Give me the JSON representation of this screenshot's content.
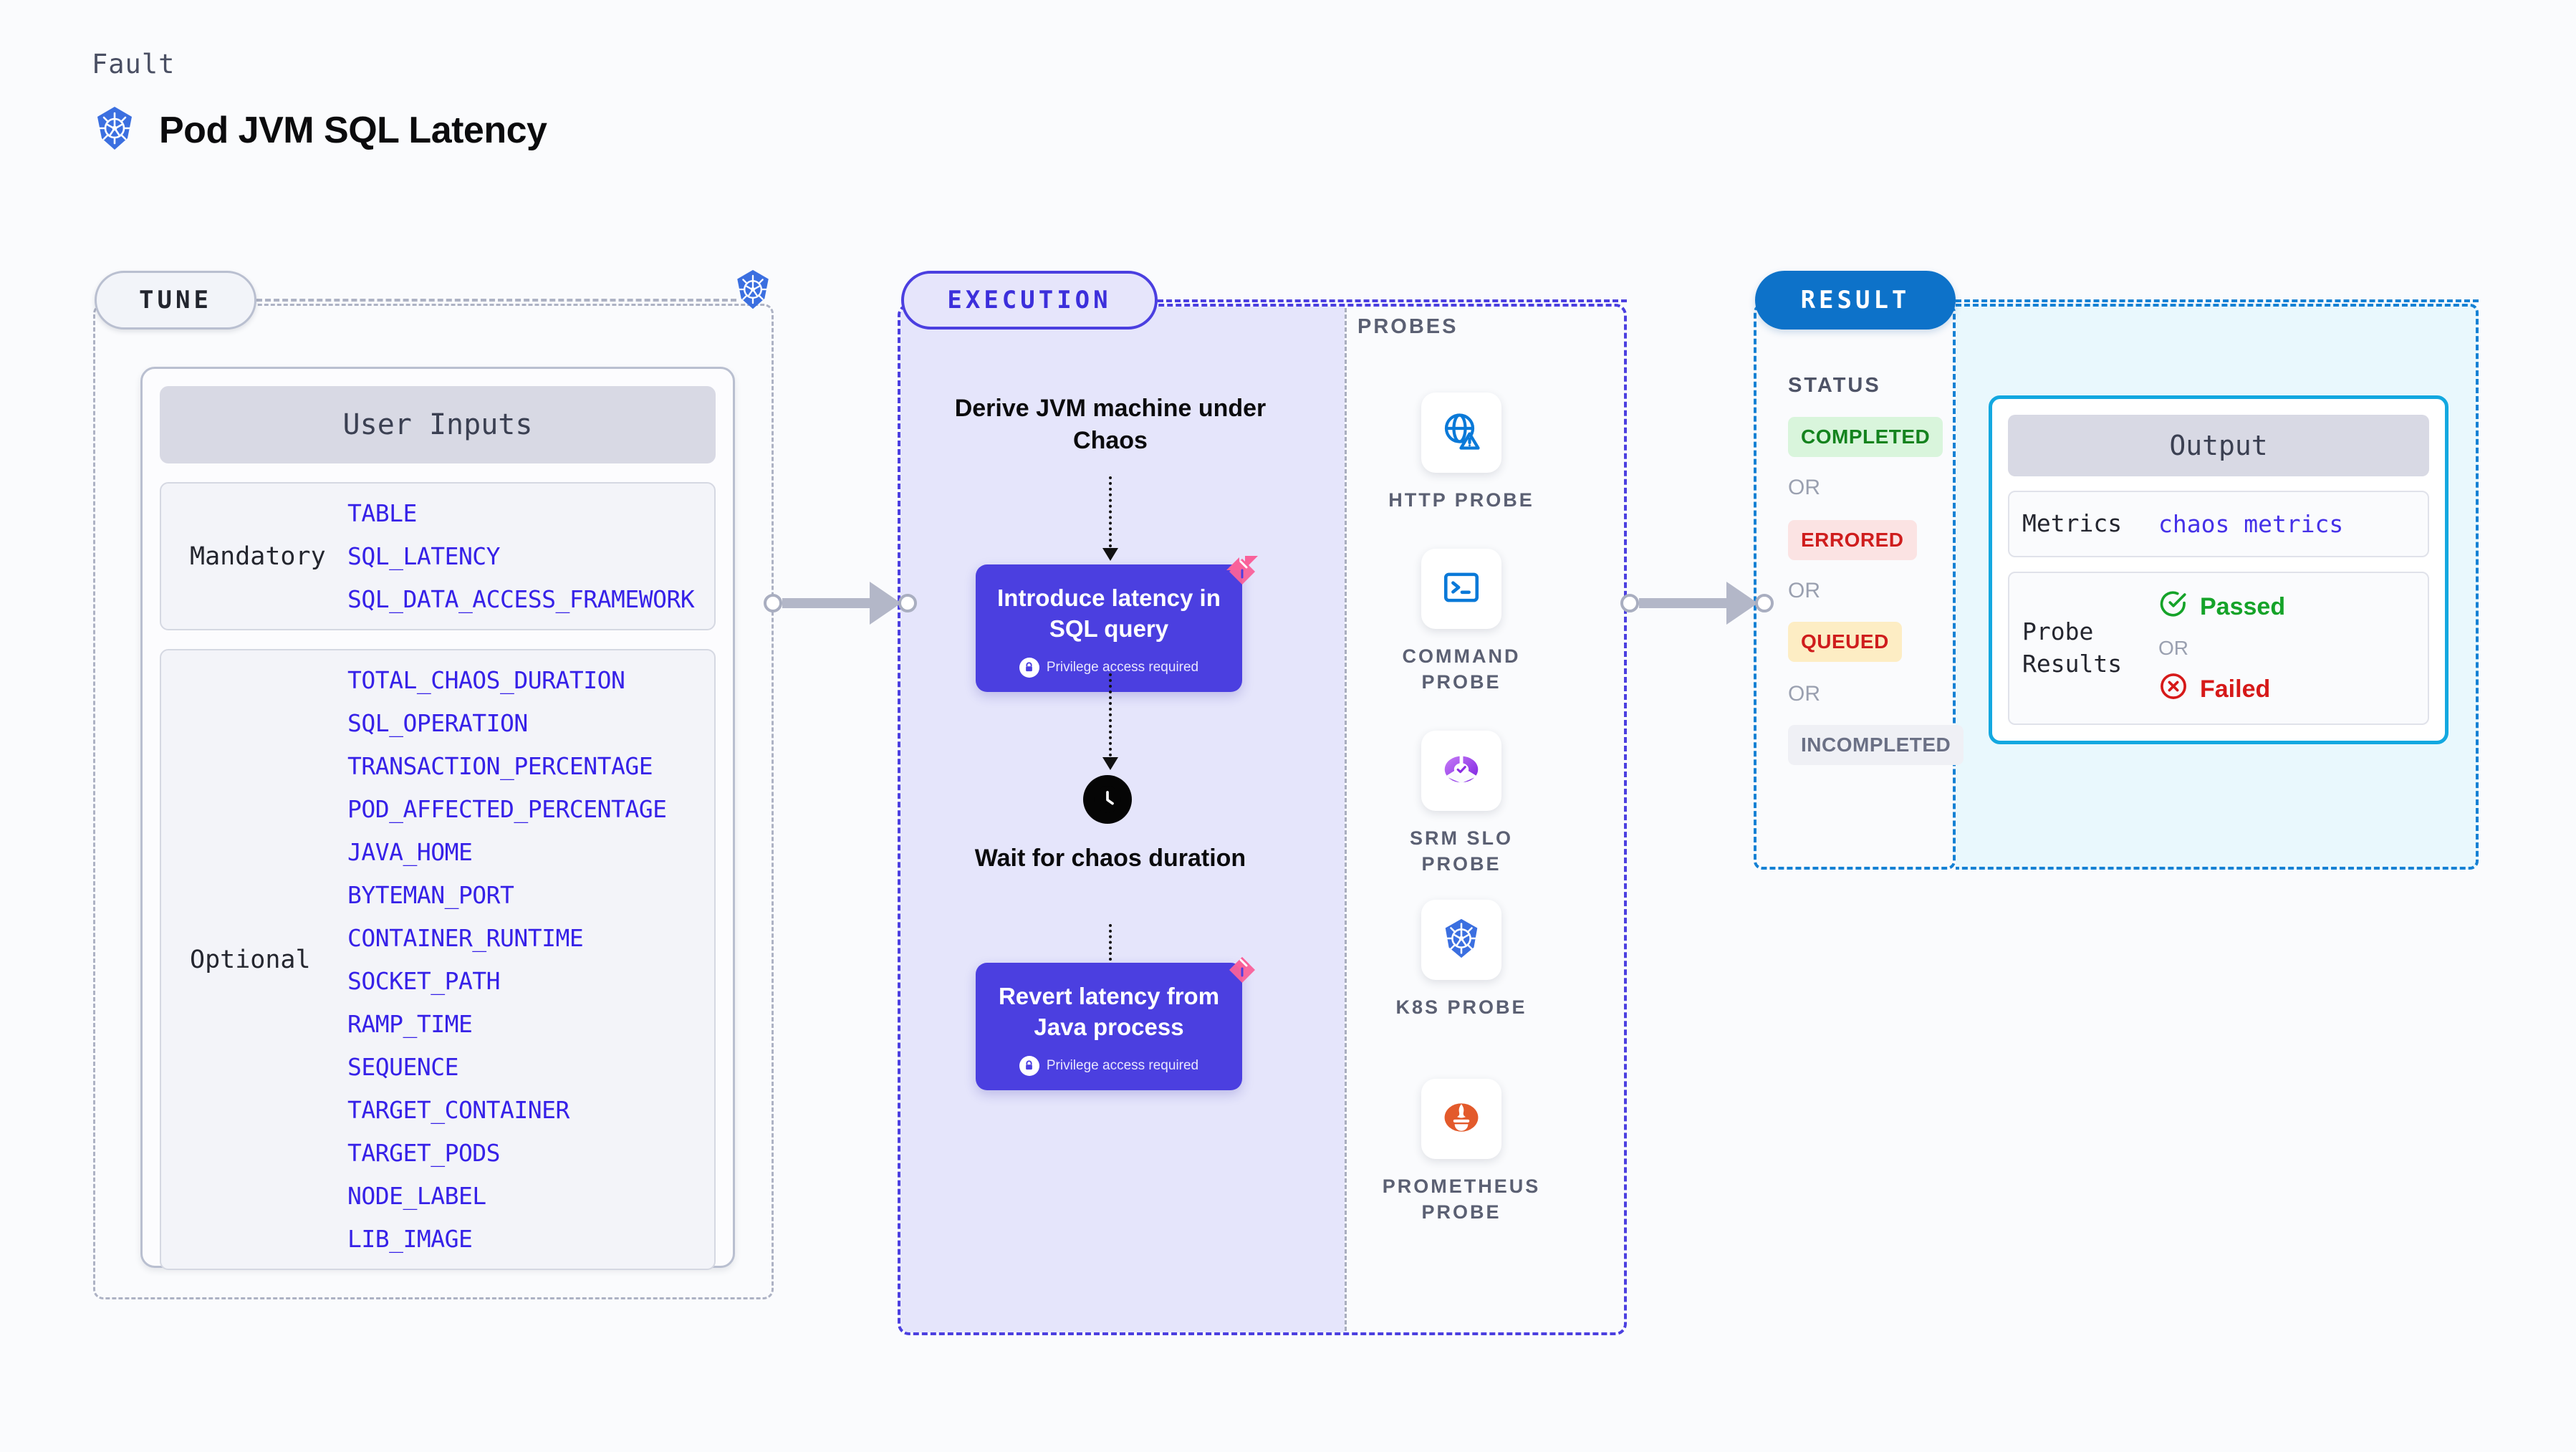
{
  "header": {
    "eyebrow": "Fault",
    "title": "Pod JVM SQL Latency",
    "icon": "kubernetes-icon"
  },
  "tune": {
    "pill_label": "TUNE",
    "badge_icon": "kubernetes-icon",
    "card_header": "User Inputs",
    "groups": [
      {
        "label": "Mandatory",
        "params": [
          "TABLE",
          "SQL_LATENCY",
          "SQL_DATA_ACCESS_FRAMEWORK"
        ]
      },
      {
        "label": "Optional",
        "params": [
          "TOTAL_CHAOS_DURATION",
          "SQL_OPERATION",
          "TRANSACTION_PERCENTAGE",
          "POD_AFFECTED_PERCENTAGE",
          "JAVA_HOME",
          "BYTEMAN_PORT",
          "CONTAINER_RUNTIME",
          "SOCKET_PATH",
          "RAMP_TIME",
          "SEQUENCE",
          "TARGET_CONTAINER",
          "TARGET_PODS",
          "NODE_LABEL",
          "LIB_IMAGE"
        ]
      }
    ]
  },
  "execution": {
    "pill_label": "EXECUTION",
    "step1_caption": "Derive JVM machine under Chaos",
    "nodes": [
      {
        "title": "Introduce latency in SQL query",
        "privilege": "Privilege access required",
        "badge_icon": "pink-diamond-icon",
        "lock_icon": "lock-icon"
      },
      {
        "title": "Revert latency from Java process",
        "privilege": "Privilege access required",
        "badge_icon": "pink-diamond-icon",
        "lock_icon": "lock-icon"
      }
    ],
    "wait_caption": "Wait for chaos duration",
    "wait_icon": "clock-icon"
  },
  "probes": {
    "section_label": "PROBES",
    "items": [
      {
        "label": "HTTP PROBE",
        "icon": "globe-warning-icon"
      },
      {
        "label": "COMMAND PROBE",
        "icon": "terminal-icon"
      },
      {
        "label": "SRM SLO PROBE",
        "icon": "srm-slo-icon"
      },
      {
        "label": "K8S PROBE",
        "icon": "kubernetes-icon"
      },
      {
        "label": "PROMETHEUS PROBE",
        "icon": "prometheus-icon"
      }
    ]
  },
  "result": {
    "pill_label": "RESULT",
    "status_label": "STATUS",
    "or_label": "OR",
    "statuses": [
      {
        "text": "COMPLETED",
        "bg": "#d9f5dc",
        "fg": "#14831e"
      },
      {
        "text": "ERRORED",
        "bg": "#fbe3e3",
        "fg": "#cf1d1d"
      },
      {
        "text": "QUEUED",
        "bg": "#fdedc4",
        "fg": "#cf1d1d"
      },
      {
        "text": "INCOMPLETED",
        "bg": "#eff0f5",
        "fg": "#6b7085"
      }
    ],
    "output": {
      "header": "Output",
      "metrics_key": "Metrics",
      "metrics_value": "chaos metrics",
      "probe_results_key": "Probe Results",
      "passed_label": "Passed",
      "failed_label": "Failed",
      "or_label": "OR",
      "passed_icon": "check-circle-icon",
      "failed_icon": "x-circle-icon",
      "passed_color": "#15a329",
      "failed_color": "#d61919"
    }
  }
}
